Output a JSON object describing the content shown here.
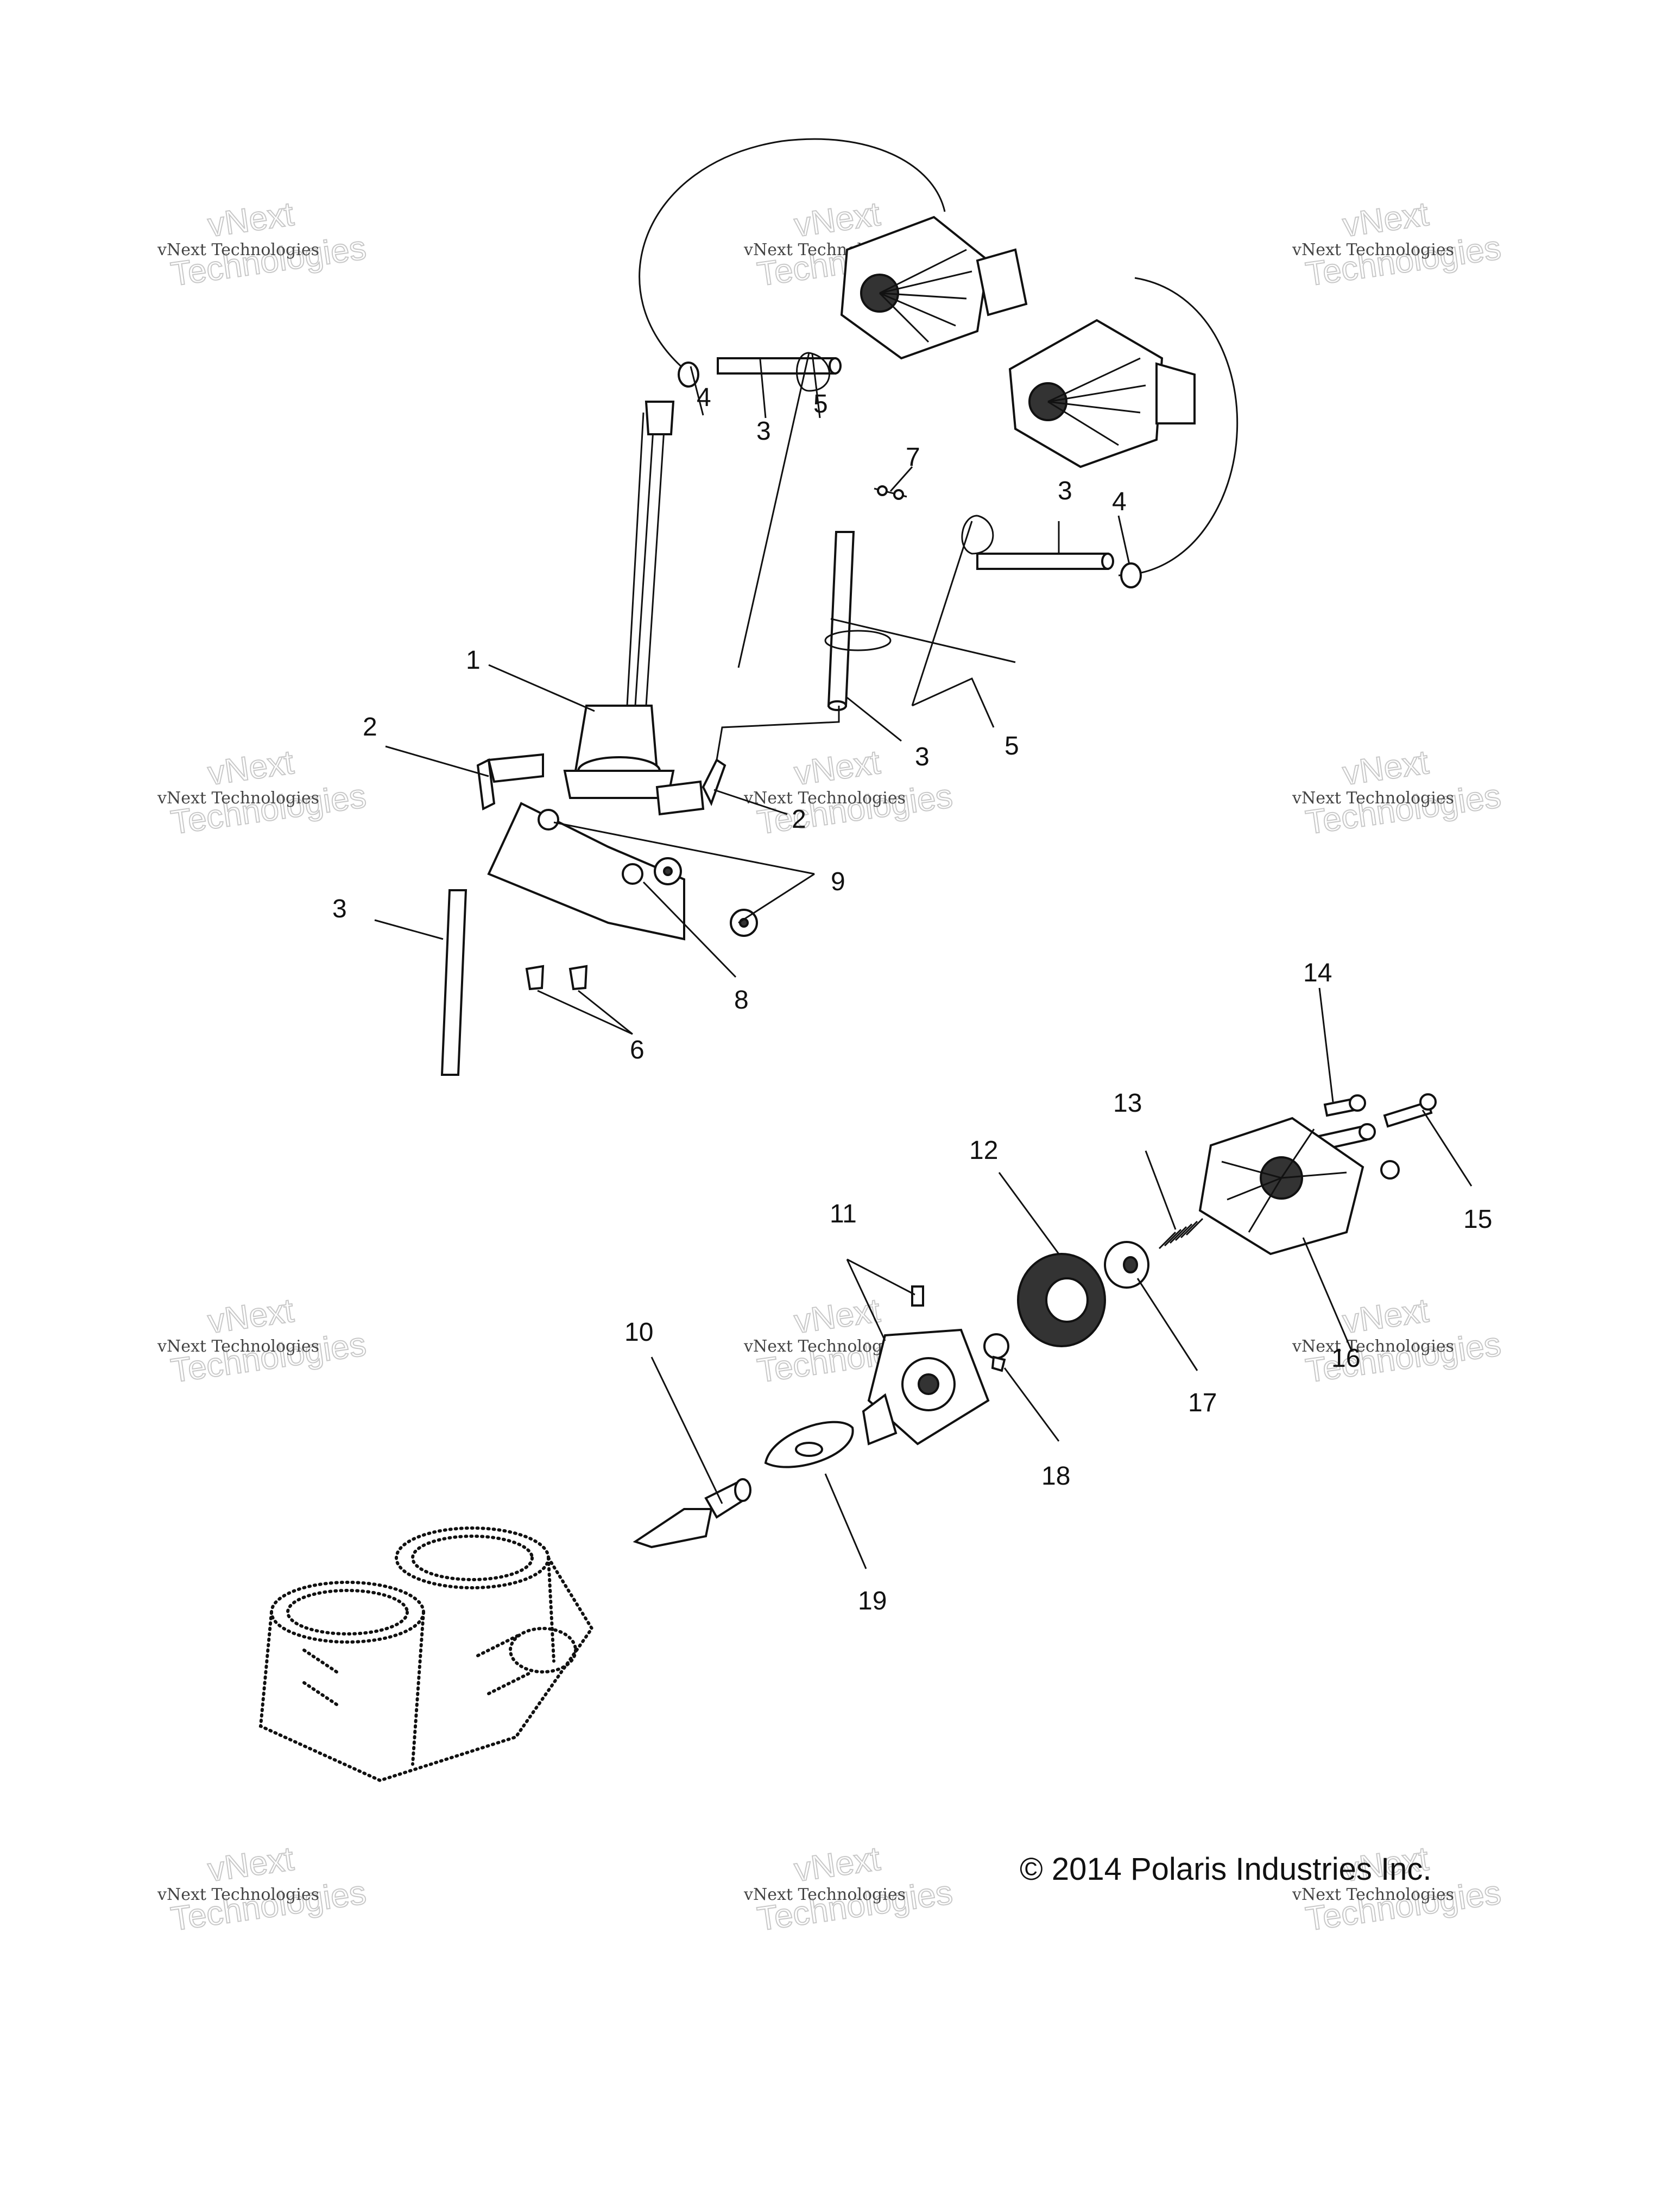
{
  "callouts": {
    "c1": "1",
    "c2a": "2",
    "c2b": "2",
    "c3a": "3",
    "c3b": "3",
    "c3c": "3",
    "c3d": "3",
    "c4a": "4",
    "c4b": "4",
    "c5a": "5",
    "c5b": "5",
    "c6": "6",
    "c7": "7",
    "c8": "8",
    "c9": "9",
    "c10": "10",
    "c11": "11",
    "c12": "12",
    "c13": "13",
    "c14": "14",
    "c15": "15",
    "c16": "16",
    "c17": "17",
    "c18": "18",
    "c19": "19"
  },
  "watermark": {
    "small": "vNext Technologies",
    "big_line1": "vNext",
    "big_line2": "Technologies"
  },
  "copyright": "© 2014 Polaris Industries Inc."
}
